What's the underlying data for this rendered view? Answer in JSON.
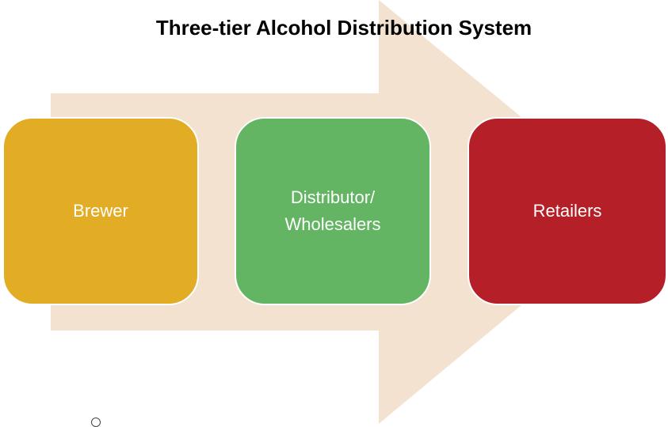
{
  "title": "Three-tier Alcohol Distribution System",
  "colors": {
    "arrow": "#f3e2cf",
    "brewer": "#e2ac24",
    "distributor": "#63b563",
    "retailers": "#b51f27"
  },
  "tiers": [
    {
      "label": "Brewer"
    },
    {
      "label": "Distributor/\nWholesalers"
    },
    {
      "label": "Retailers"
    }
  ]
}
